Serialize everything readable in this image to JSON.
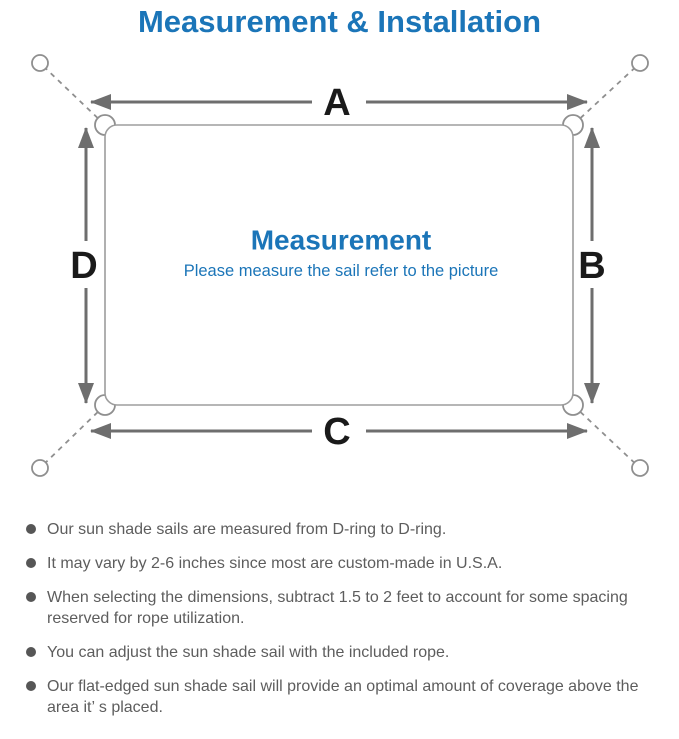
{
  "title": "Measurement & Installation",
  "diagram": {
    "dimension_labels": {
      "top": "A",
      "right": "B",
      "bottom": "C",
      "left": "D"
    },
    "center_heading": "Measurement",
    "center_subtext": "Please measure the sail refer to the picture"
  },
  "bullets": [
    "Our sun shade sails are measured from D-ring to D-ring.",
    "It may vary by 2-6 inches since most are custom-made in U.S.A.",
    "When selecting the dimensions, subtract 1.5 to 2 feet to account for some spacing reserved for rope utilization.",
    "You can adjust the sun shade sail with the included rope.",
    "Our flat-edged sun shade sail will provide an optimal amount of coverage above the area it’ s placed."
  ],
  "colors": {
    "title_blue": "#1b75b8",
    "center_blue": "#1b75b8",
    "dimension_label_black": "#1a1a1a",
    "arrow_gray": "#6e6e6e",
    "outline_gray": "#9d9d9d",
    "body_text_gray": "#5d5d5d"
  }
}
